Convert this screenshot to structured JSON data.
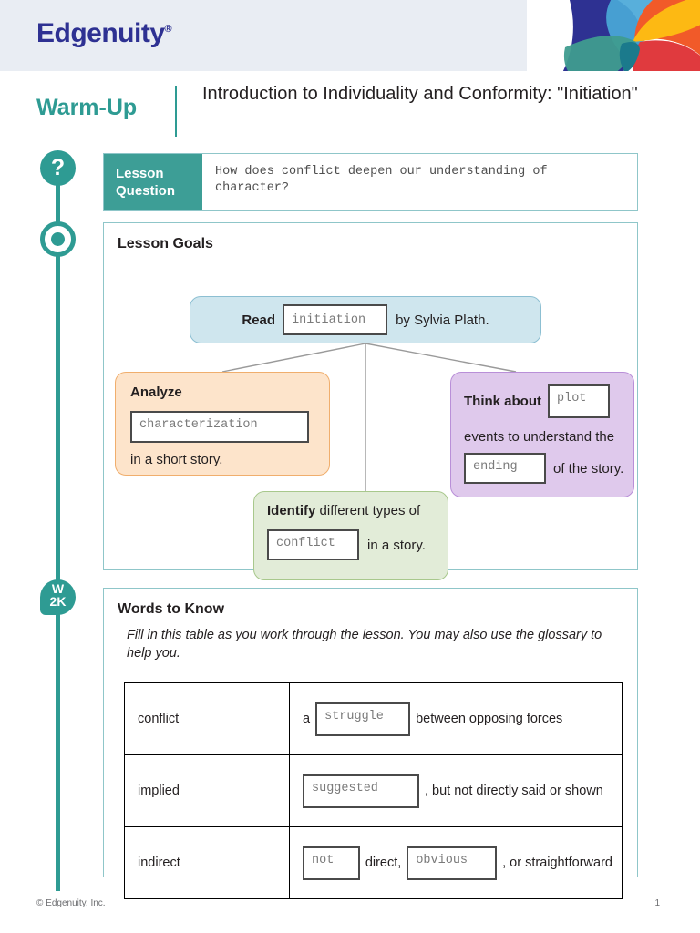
{
  "header": {
    "brand": "Edgenuity",
    "brand_tm": "®",
    "brand_color": "#2e3192",
    "band_color": "#e9edf3",
    "art_colors": [
      "#2e3192",
      "#4aa8d8",
      "#f15a29",
      "#fdb913",
      "#e03a3e",
      "#3f9c8f",
      "#1b7a8c"
    ]
  },
  "title": {
    "eyebrow": "Warm-Up",
    "eyebrow_color": "#2e9b93",
    "heading": "Introduction to Individuality and Conformity: \"Initiation\""
  },
  "rail": {
    "color": "#2e9b93",
    "icons": [
      {
        "name": "question-mark-icon",
        "glyph": "?"
      },
      {
        "name": "target-icon",
        "glyph": ""
      },
      {
        "name": "words-to-know-icon",
        "line1": "W",
        "line2": "2K"
      }
    ]
  },
  "lesson_question": {
    "tag_line1": "Lesson",
    "tag_line2": "Question",
    "tag_color": "#3d9e96",
    "question": "How does conflict deepen our understanding of character?"
  },
  "lesson_goals": {
    "heading": "Lesson Goals",
    "read_box": {
      "color": "#cfe6ee",
      "label": "Read",
      "answer": "initiation",
      "suffix": "by Sylvia Plath."
    },
    "analyze_box": {
      "color": "#fde4cb",
      "label": "Analyze",
      "answer": "characterization",
      "tail": "in a short story."
    },
    "think_box": {
      "color": "#dfc9ec",
      "label": "Think about",
      "answer1": "plot",
      "middle": "events to understand the",
      "answer2": "ending",
      "tail": "of the story."
    },
    "identify_box": {
      "color": "#e2ecd8",
      "label": "Identify",
      "label_rest": "different types of",
      "answer": "conflict",
      "tail": "in a story."
    }
  },
  "words_to_know": {
    "heading": "Words to Know",
    "instructions": "Fill in this table as you work through the lesson. You may also use the glossary to help you.",
    "rows": [
      {
        "term": "conflict",
        "parts": [
          {
            "type": "text",
            "value": "a"
          },
          {
            "type": "blank",
            "value": "struggle",
            "width": "w-struggle"
          },
          {
            "type": "text",
            "value": "between opposing forces"
          }
        ]
      },
      {
        "term": "implied",
        "parts": [
          {
            "type": "blank",
            "value": "suggested",
            "width": "w-suggested"
          },
          {
            "type": "text",
            "value": ", but not directly said or shown"
          }
        ]
      },
      {
        "term": "indirect",
        "parts": [
          {
            "type": "blank",
            "value": "not",
            "width": "w-not"
          },
          {
            "type": "text",
            "value": "direct,"
          },
          {
            "type": "blank",
            "value": "obvious",
            "width": "w-obvious"
          },
          {
            "type": "text",
            "value": ", or straightforward"
          }
        ]
      }
    ]
  },
  "footer": {
    "copyright": "© Edgenuity, Inc.",
    "page_number": "1"
  }
}
